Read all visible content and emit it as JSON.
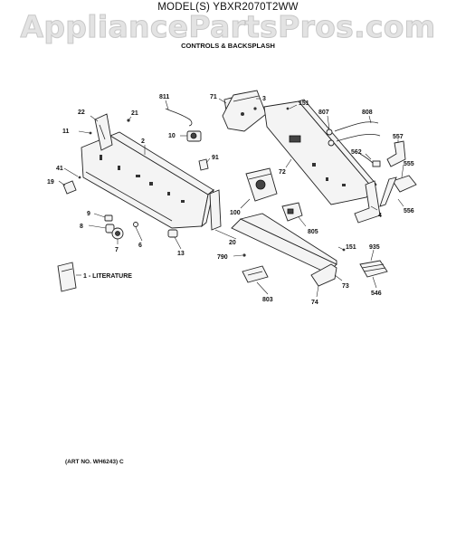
{
  "header": {
    "model": "MODEL(S) YBXR2070T2WW",
    "watermark": "AppliancePartsPros.com",
    "subtitle": "CONTROLS & BACKSPLASH"
  },
  "labels": {
    "p1": "1 - LITERATURE",
    "p2": "2",
    "p3": "3",
    "p4": "4",
    "p6": "6",
    "p7": "7",
    "p8": "8",
    "p9": "9",
    "p10": "10",
    "p11": "11",
    "p13": "13",
    "p19": "19",
    "p20": "20",
    "p21": "21",
    "p22": "22",
    "p41": "41",
    "p71": "71",
    "p72": "72",
    "p73": "73",
    "p74": "74",
    "p91": "91",
    "p100": "100",
    "p151a": "151",
    "p151b": "151",
    "p546": "546",
    "p555": "555",
    "p556": "556",
    "p557": "557",
    "p562": "562",
    "p790": "790",
    "p803": "803",
    "p805": "805",
    "p807": "807",
    "p808": "808",
    "p811": "811",
    "p935": "935"
  },
  "footer": {
    "art_no": "(ART NO. WH6243) C"
  }
}
